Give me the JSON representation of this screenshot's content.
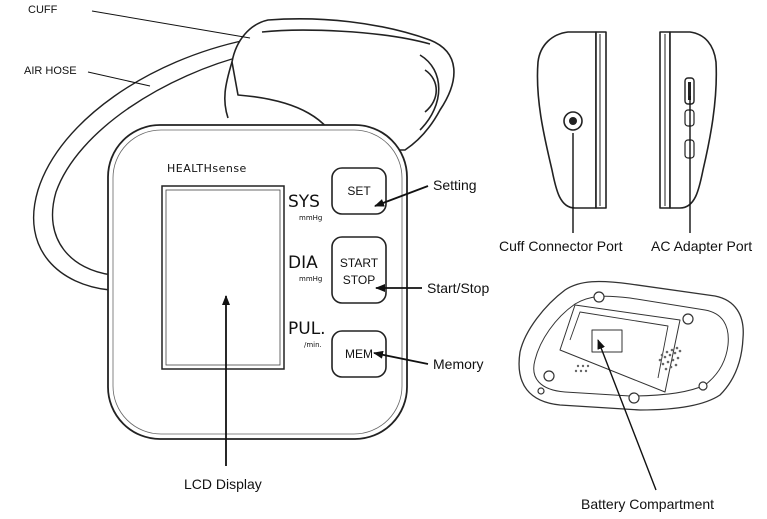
{
  "labels": {
    "cuff": "CUFF",
    "air_hose": "AIR HOSE",
    "setting": "Setting",
    "start_stop": "Start/Stop",
    "memory": "Memory",
    "lcd_display": "LCD Display",
    "cuff_connector_port": "Cuff Connector Port",
    "ac_adapter_port": "AC Adapter Port",
    "battery_compartment": "Battery Compartment"
  },
  "device": {
    "brand": "HEALTHsense",
    "sys": "SYS",
    "sys_unit": "mmHg",
    "dia": "DIA",
    "dia_unit": "mmHg",
    "pul": "PUL.",
    "pul_unit": "/min.",
    "btn_set": "SET",
    "btn_start": "START",
    "btn_stop": "STOP",
    "btn_mem": "MEM"
  }
}
